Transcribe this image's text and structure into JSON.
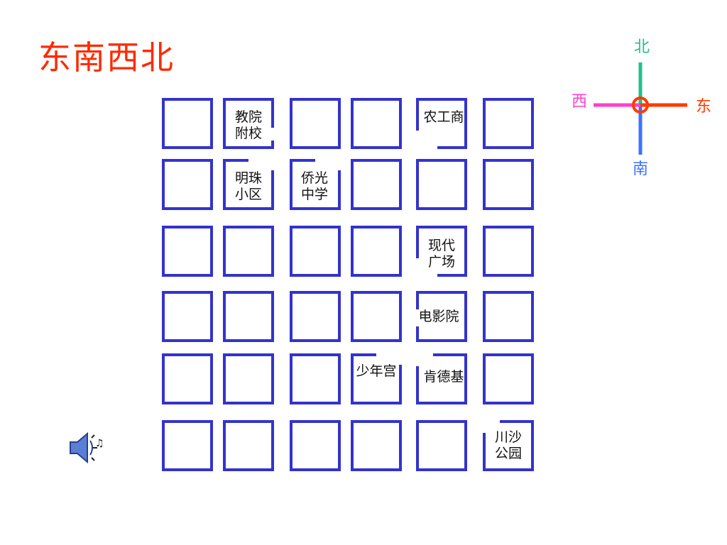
{
  "title": "东南西北",
  "compass": {
    "north": "北",
    "south": "南",
    "west": "西",
    "east": "东",
    "colors": {
      "north": "#22c08a",
      "south": "#3a73ff",
      "west": "#ff3fd0",
      "east": "#ff3b00"
    }
  },
  "places": {
    "jiaoyuan": "教院\n附校",
    "nonggongshang": "农工商",
    "mingzhu": "明珠\n小区",
    "qiaoguang": "侨光\n中学",
    "xiandai": "现代\n广场",
    "dianyingyuan": "电影院",
    "shaoniangong": "少年宫",
    "kendeji": "肯德基",
    "chuansha": "川沙\n公园"
  },
  "grid_color": "#3333cc",
  "speaker_icon": "speaker-with-music-icon"
}
